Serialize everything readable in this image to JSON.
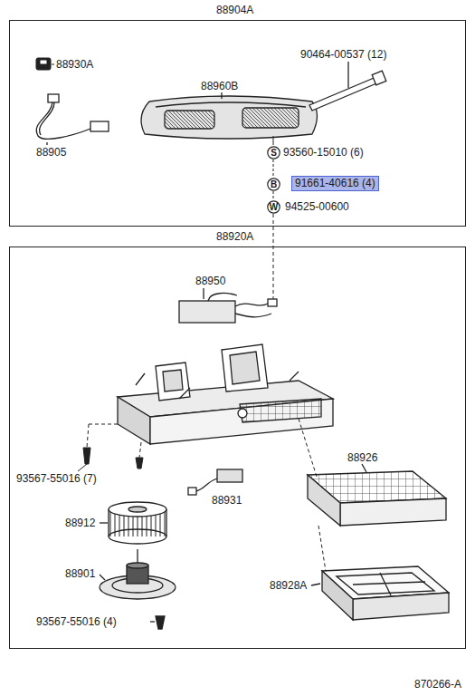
{
  "diagram": {
    "nodes": [
      {
        "text": [
          "88904A"
        ]
      },
      {
        "text": [
          "88920A"
        ]
      },
      {
        "text": [
          "S"
        ],
        "in": 0
      },
      {
        "text": [
          "B"
        ],
        "in": 0
      },
      {
        "text": [
          "91661-40616 (4)"
        ],
        "in": 0
      },
      {
        "text": [
          "W"
        ],
        "in": 0
      }
    ],
    "labels": [
      "88930A",
      "90464-00537 (12)",
      "88960B",
      "88905",
      "93560-15010 (6)",
      "94525-00600",
      "88950",
      "93567-55016 (7)",
      "88926",
      "88912",
      "88931",
      "88901",
      "88928A",
      "93567-55016 (4)",
      "870266-A"
    ]
  }
}
